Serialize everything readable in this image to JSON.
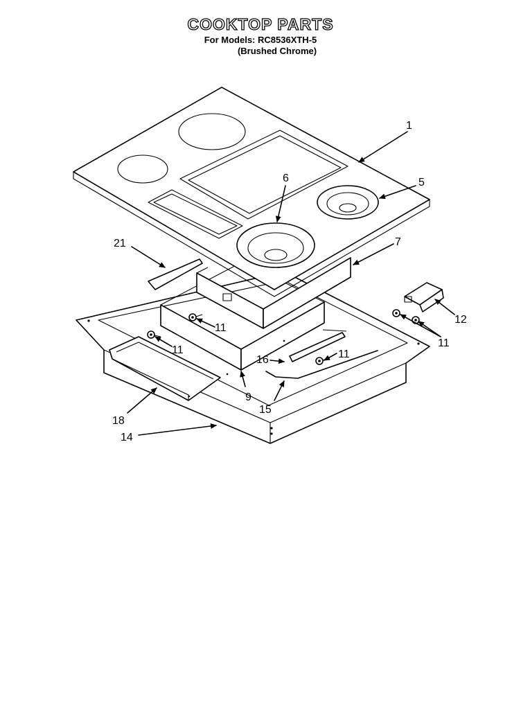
{
  "header": {
    "title": "COOKTOP PARTS",
    "models_line": "For Models: RC8536XTH-5",
    "finish_line": "(Brushed Chrome)"
  },
  "callouts": [
    {
      "id": "c1",
      "text": "1"
    },
    {
      "id": "c5",
      "text": "5"
    },
    {
      "id": "c6",
      "text": "6"
    },
    {
      "id": "c7",
      "text": "7"
    },
    {
      "id": "c21",
      "text": "21"
    },
    {
      "id": "c11a",
      "text": "11"
    },
    {
      "id": "c11b",
      "text": "11"
    },
    {
      "id": "c11c",
      "text": "11"
    },
    {
      "id": "c11d",
      "text": "11"
    },
    {
      "id": "c12",
      "text": "12"
    },
    {
      "id": "c16",
      "text": "16"
    },
    {
      "id": "c9",
      "text": "9"
    },
    {
      "id": "c15",
      "text": "15"
    },
    {
      "id": "c18",
      "text": "18"
    },
    {
      "id": "c14",
      "text": "14"
    }
  ]
}
